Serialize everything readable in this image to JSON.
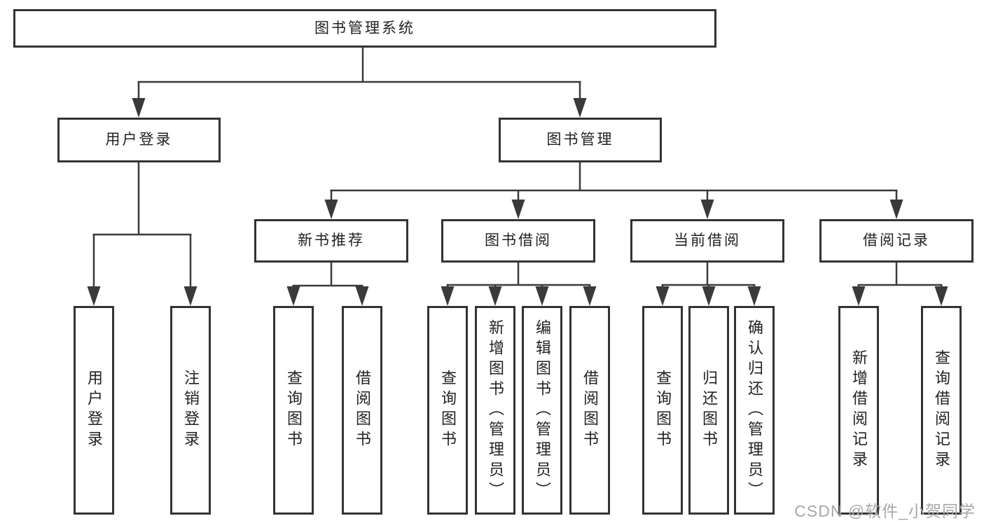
{
  "watermark": {
    "text": "CSDN @软件_小贺同学",
    "color": "#a8a8a8"
  },
  "colors": {
    "line": "#3a3a3a",
    "box_border": "#333333",
    "text": "#222222",
    "box_fill": "#ffffff"
  },
  "tree": {
    "label": "图书管理系统",
    "children": [
      {
        "label": "用户登录",
        "children": [
          {
            "label": "用户登录"
          },
          {
            "label": "注销登录"
          }
        ]
      },
      {
        "label": "图书管理",
        "children": [
          {
            "label": "新书推荐",
            "children": [
              {
                "label": "查询图书"
              },
              {
                "label": "借阅图书"
              }
            ]
          },
          {
            "label": "图书借阅",
            "children": [
              {
                "label": "查询图书"
              },
              {
                "label": "新增图书（管理员）"
              },
              {
                "label": "编辑图书（管理员）"
              },
              {
                "label": "借阅图书"
              }
            ]
          },
          {
            "label": "当前借阅",
            "children": [
              {
                "label": "查询图书"
              },
              {
                "label": "归还图书"
              },
              {
                "label": "确认归还（管理员）"
              }
            ]
          },
          {
            "label": "借阅记录",
            "children": [
              {
                "label": "新增借阅记录"
              },
              {
                "label": "查询借阅记录"
              }
            ]
          }
        ]
      }
    ]
  }
}
